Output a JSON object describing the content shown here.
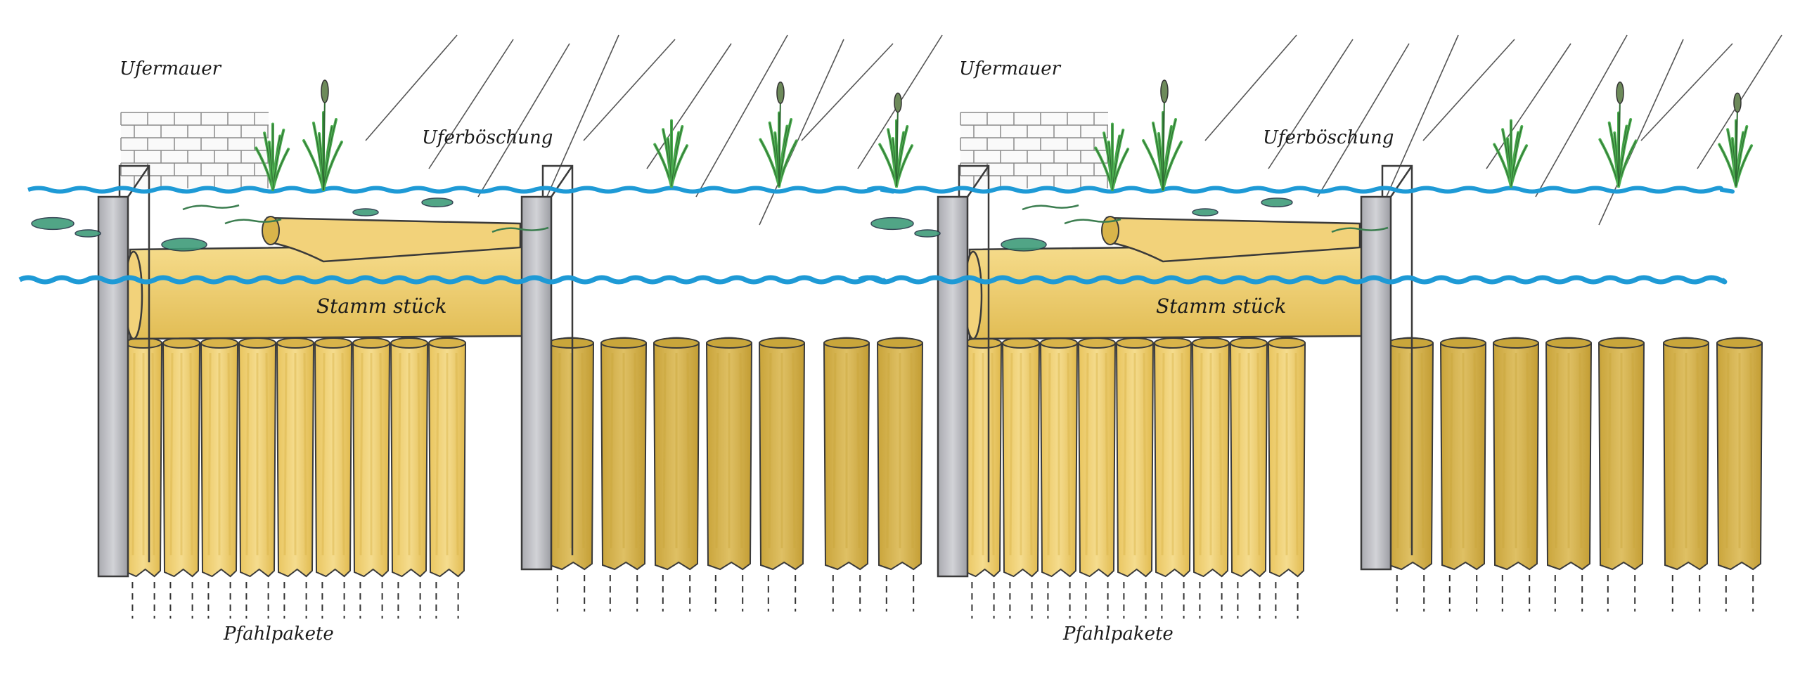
{
  "panels": [
    {
      "labels": {
        "ufermauer": "Ufermauer",
        "uferboeschung": "Uferböschung",
        "stammstueck": "Stamm stück",
        "pfahlpakete": "Pfahlpakete"
      }
    },
    {
      "labels": {
        "ufermauer": "Ufermauer",
        "uferboeschung": "Uferböschung",
        "stammstueck": "Stamm stück",
        "pfahlpakete": "Pfahlpakete"
      }
    }
  ],
  "colors": {
    "water_line": "#1e9ad6",
    "timber_light": "#f2d27a",
    "timber_dark": "#d9b44a",
    "pile_dark": "#c9a63b",
    "sheet_pile": "#b8b8bc",
    "brick_line": "#8a8a8a",
    "rain_line": "#555555",
    "plant_green": "#4caf50",
    "lily_green": "#3f9c7a"
  },
  "icons": [
    "brick-wall-icon",
    "reed-plant-icon",
    "water-lily-icon",
    "rain-lines-icon",
    "log-icon",
    "pile-icon"
  ]
}
